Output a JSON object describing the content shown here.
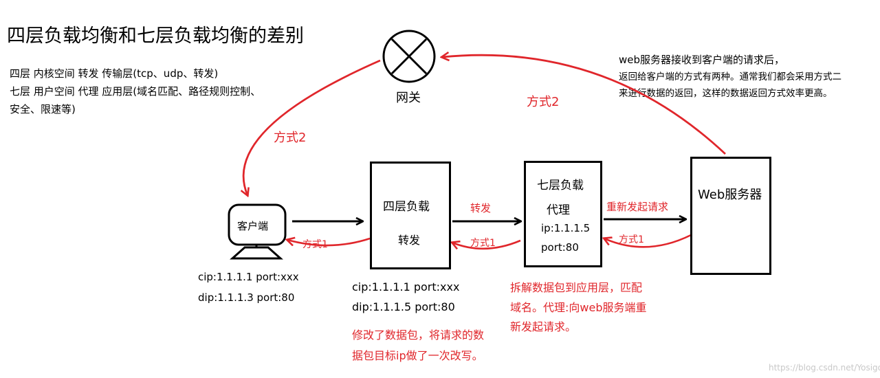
{
  "title": "四层负载均衡和七层负载均衡的差别",
  "layer_notes": [
    "四层  内核空间  转发  传输层(tcp、udp、转发)",
    "七层  用户空间  代理  应用层(域名匹配、路径规则控制、",
    "安全、限速等)"
  ],
  "server_note": {
    "line1": "web服务器接收到客户端的请求后，",
    "line2": "返回给客户端的方式有两种。通常我们都会采用方式二",
    "line3": "来进行数据的返回，这样的数据返回方式效率更高。"
  },
  "gateway": {
    "label": "网关"
  },
  "client": {
    "label": "客户端",
    "info1": "cip:1.1.1.1    port:xxx",
    "info2": "dip:1.1.1.3    port:80"
  },
  "l4": {
    "label": "四层负载",
    "sub": "转发",
    "info1": "cip:1.1.1.1    port:xxx",
    "info2": "dip:1.1.1.5    port:80",
    "note1": "修改了数据包，将请求的数",
    "note2": "据包目标ip做了一次改写。"
  },
  "l7": {
    "label1": "七层负载",
    "label2": "代理",
    "ip": "ip:1.1.1.5",
    "port": "port:80",
    "note1": "拆解数据包到应用层，匹配",
    "note2": "域名。代理:向web服务端重",
    "note3": "新发起请求。"
  },
  "web": {
    "label": "Web服务器"
  },
  "arrows": {
    "forward": "转发",
    "re_request": "重新发起请求",
    "mode1": "方式1",
    "mode2": "方式2"
  },
  "watermark": "https://blog.csdn.net/Yosigo_",
  "colors": {
    "accent": "#e0262b",
    "ink": "#000000"
  }
}
